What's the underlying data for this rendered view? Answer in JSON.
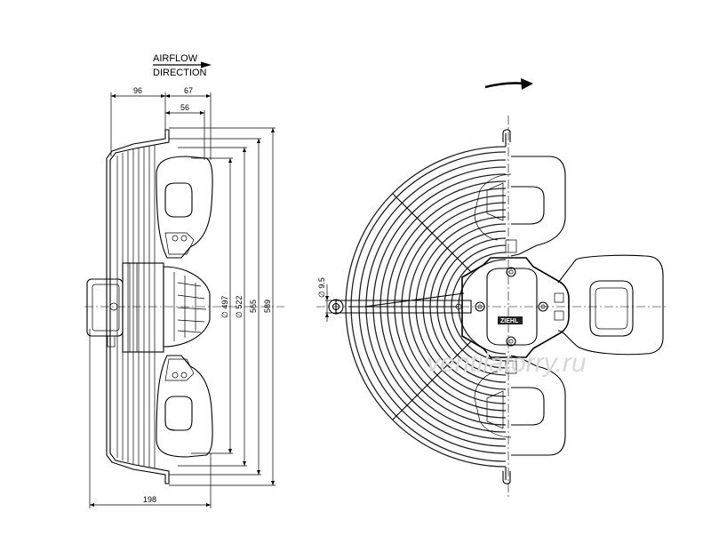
{
  "airflow": {
    "line1": "AIRFLOW",
    "line2": "DIRECTION"
  },
  "dimensions": {
    "d96": "96",
    "d67": "67",
    "d56": "56",
    "d198": "198",
    "dia497": "∅ 497",
    "dia522": "∅ 522",
    "d565": "565",
    "d589": "589",
    "dia95": "∅ 9.5"
  },
  "logo": "ZIEHL",
  "watermark": "ventilatorry.ru"
}
